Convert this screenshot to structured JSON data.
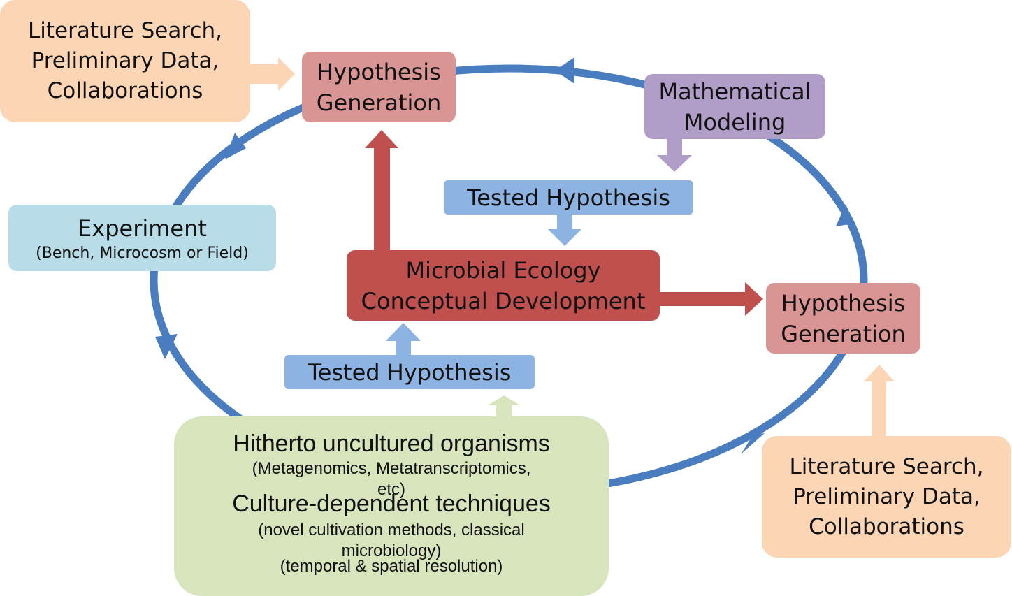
{
  "colors": {
    "cycle": "#4a7cc0",
    "peach": "#fbd5b4",
    "pink": "#d99594",
    "purple": "#b09dc8",
    "lightblue": "#b8dde9",
    "blue": "#8db3e2",
    "red": "#c0504d",
    "green": "#d7e4bc"
  },
  "nodes": {
    "lit_top": {
      "lines": [
        "Literature Search,",
        "Preliminary Data,",
        "Collaborations"
      ]
    },
    "hyp_top": {
      "lines": [
        "Hypothesis",
        "Generation"
      ]
    },
    "math": {
      "lines": [
        "Mathematical",
        "Modeling"
      ]
    },
    "tested_top": {
      "label": "Tested Hypothesis"
    },
    "experiment": {
      "title": "Experiment",
      "subtitle": "(Bench, Microcosm or Field)"
    },
    "center": {
      "lines": [
        "Microbial Ecology",
        "Conceptual Development"
      ]
    },
    "hyp_right": {
      "lines": [
        "Hypothesis",
        "Generation"
      ]
    },
    "tested_bottom": {
      "label": "Tested Hypothesis"
    },
    "organisms": {
      "line1": "Hitherto uncultured organisms",
      "line2": "(Metagenomics, Metatranscriptomics,",
      "line3": "etc)",
      "line4": "Culture-dependent techniques",
      "line5": "(novel cultivation methods, classical",
      "line6": "microbiology)",
      "line7": "(temporal & spatial resolution)"
    },
    "lit_right": {
      "lines": [
        "Literature Search,",
        "Preliminary Data,",
        "Collaborations"
      ]
    }
  }
}
